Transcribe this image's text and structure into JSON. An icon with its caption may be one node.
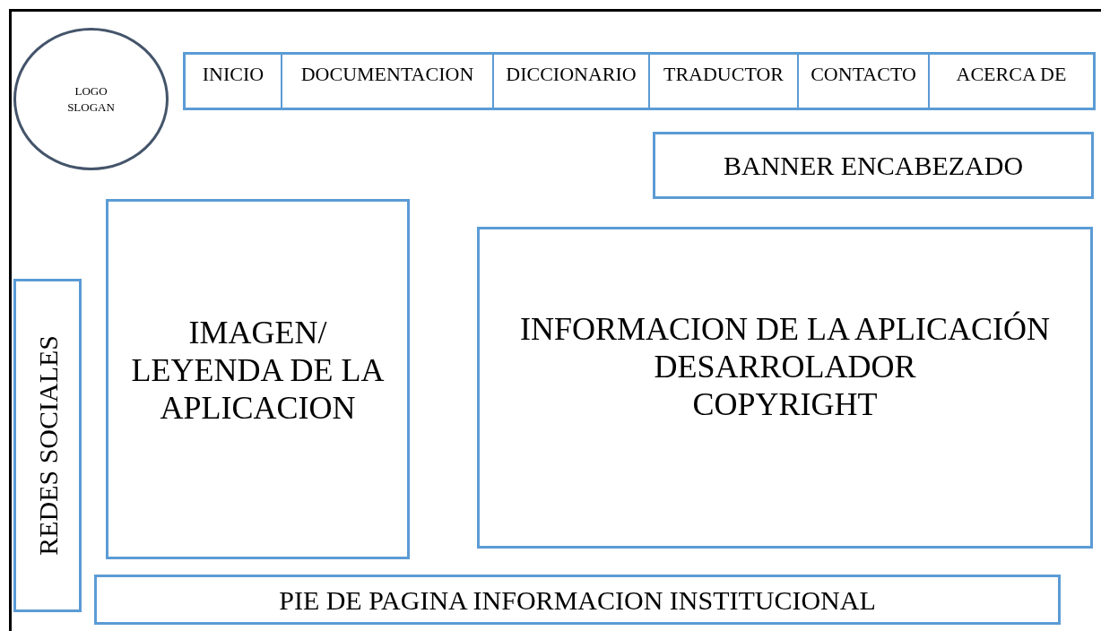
{
  "diagram": {
    "nodes": [
      {
        "text": [
          "LOGO SLOGAN"
        ]
      },
      {
        "text": [
          "INICIO",
          "DOCUMENTACION",
          "DICCIONARIO",
          "TRADUCTOR",
          "CONTACTO",
          "ACERCA DE"
        ]
      },
      {
        "text": [
          "BANNER ENCABEZADO"
        ]
      },
      {
        "text": [
          "IMAGEN/ LEYENDA DE LA APLICACION"
        ]
      },
      {
        "text": [
          "INFORMACION DE LA APLICACIÓN",
          "DESARROLADOR",
          "COPYRIGHT"
        ]
      },
      {
        "text": [
          "REDES SOCIALES"
        ]
      },
      {
        "text": [
          "PIE DE PAGINA INFORMACION INSTITUCIONAL"
        ]
      }
    ]
  }
}
